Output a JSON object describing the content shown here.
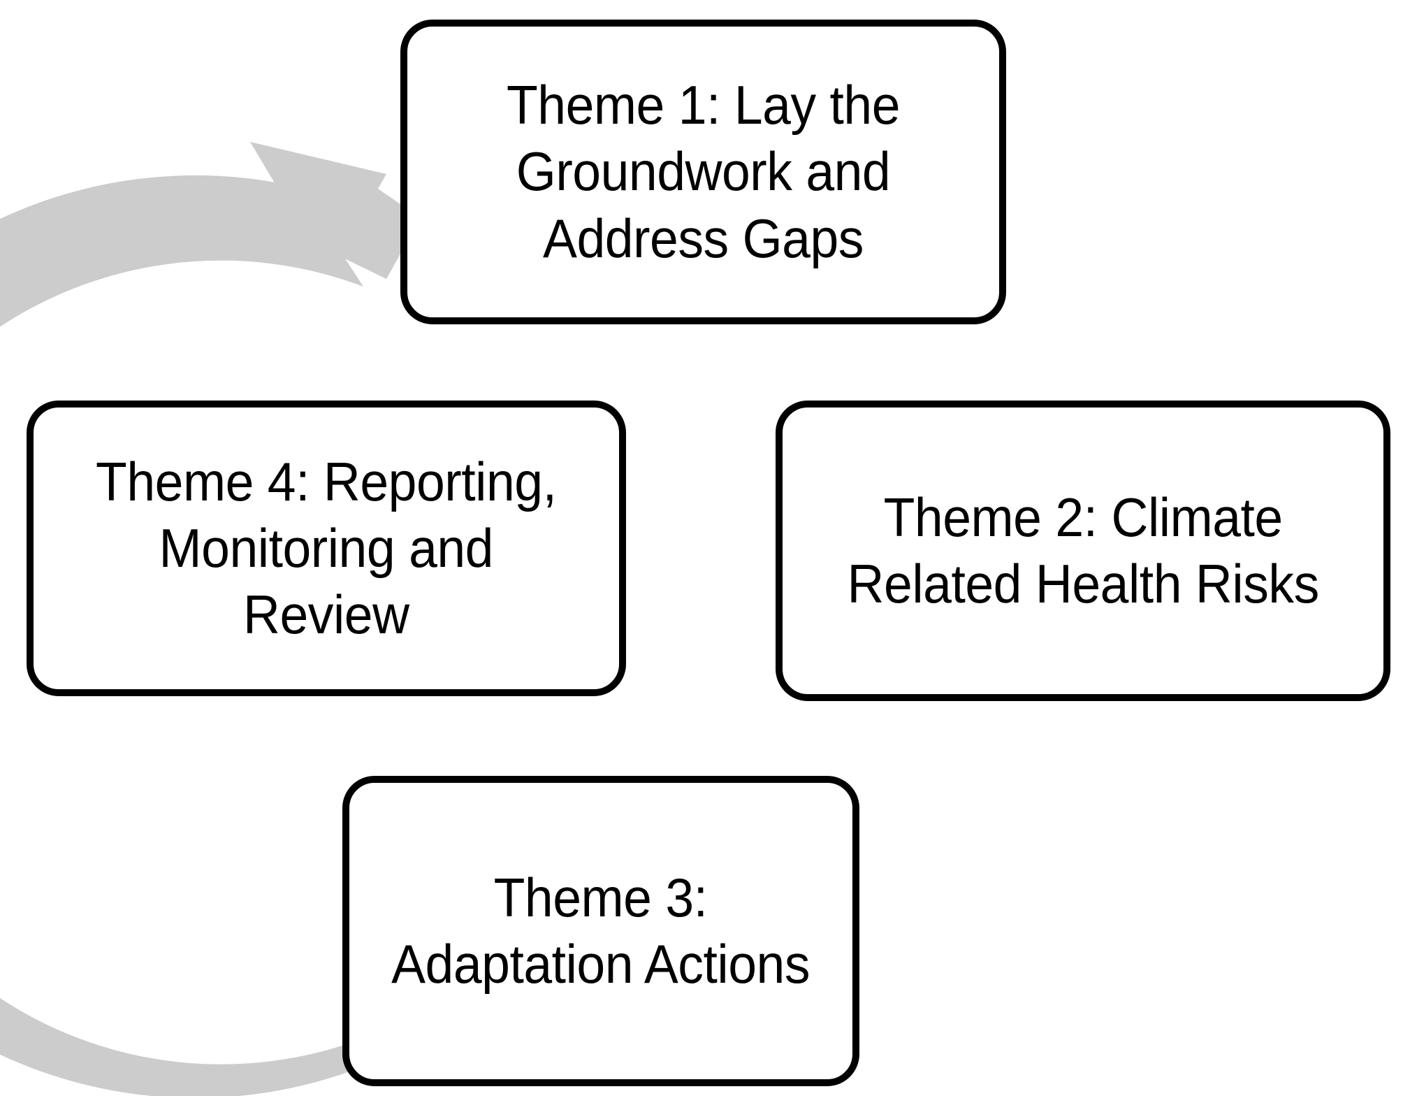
{
  "diagram": {
    "type": "cycle",
    "title": "",
    "direction": "clockwise",
    "colors": {
      "box_border": "#000000",
      "box_fill": "#ffffff",
      "text": "#000000",
      "arrow_ring": "#cccccc",
      "background": "#ffffff"
    },
    "arrow": {
      "name": "clockwise-cycle-arrow",
      "head_points_to": "Theme 1: Lay the Groundwork and Address Gaps",
      "head_direction": "up-right"
    },
    "nodes": [
      {
        "id": "theme-1",
        "position": "top",
        "order": 1,
        "label": "Theme 1: Lay the\nGroundwork and\nAddress Gaps",
        "label_plain": "Theme 1: Lay the Groundwork and Address Gaps"
      },
      {
        "id": "theme-2",
        "position": "right",
        "order": 2,
        "label": "Theme 2: Climate\nRelated Health Risks",
        "label_plain": "Theme 2: Climate Related Health Risks"
      },
      {
        "id": "theme-3",
        "position": "bottom",
        "order": 3,
        "label": "Theme 3:\nAdaptation Actions",
        "label_plain": "Theme 3: Adaptation Actions"
      },
      {
        "id": "theme-4",
        "position": "left",
        "order": 4,
        "label": "Theme 4: Reporting,\nMonitoring and\nReview",
        "label_plain": "Theme 4: Reporting, Monitoring and Review"
      }
    ]
  }
}
